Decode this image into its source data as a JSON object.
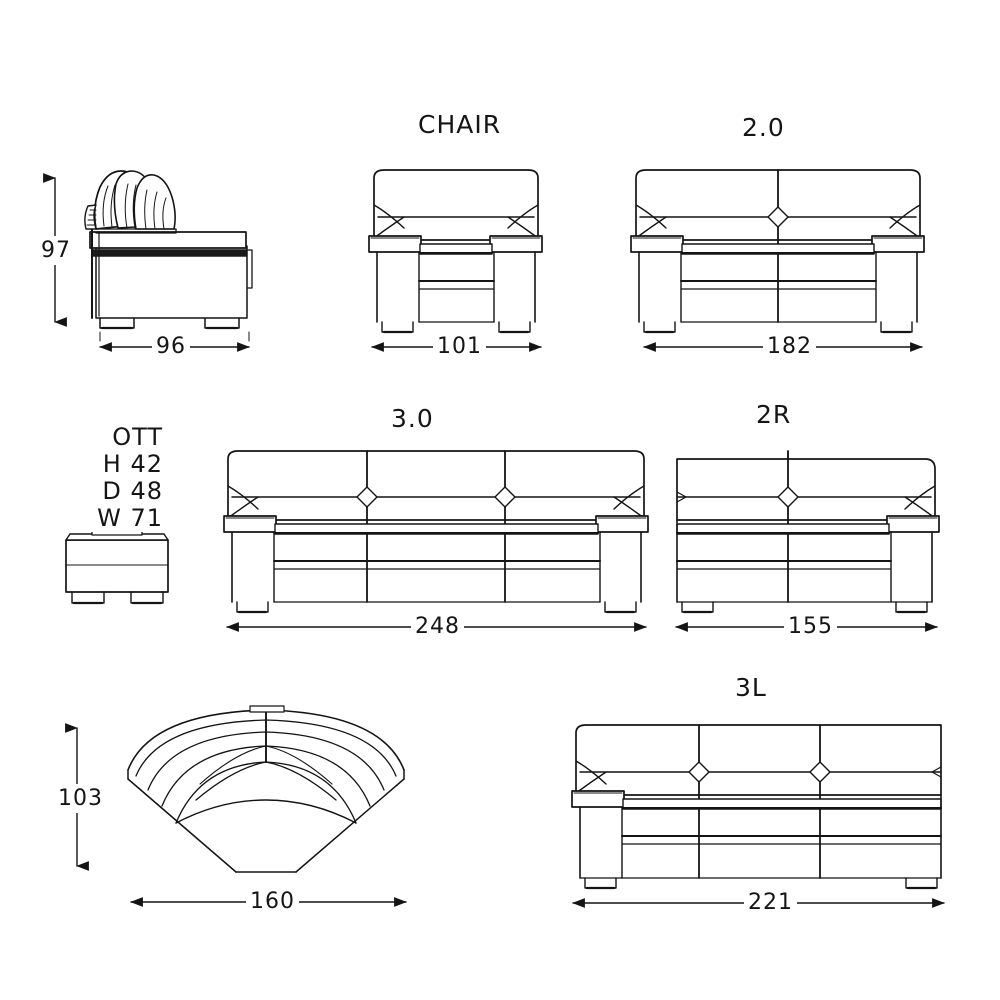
{
  "sheet": {
    "background": "#ffffff",
    "line_color": "#141414",
    "units_note": ""
  },
  "items": [
    {
      "id": "side-profile",
      "title": "",
      "view": "side-elevation",
      "height_label": "97",
      "width_label": "96"
    },
    {
      "id": "chair",
      "title": "CHAIR",
      "view": "front-elevation",
      "width_label": "101",
      "seats": 1,
      "arms": "both"
    },
    {
      "id": "sofa-2-0",
      "title": "2.0",
      "view": "front-elevation",
      "width_label": "182",
      "seats": 2,
      "arms": "both"
    },
    {
      "id": "ottoman",
      "title": "OTT",
      "view": "front-elevation",
      "specs": [
        {
          "key": "H",
          "value": "42"
        },
        {
          "key": "D",
          "value": "48"
        },
        {
          "key": "W",
          "value": "71"
        }
      ]
    },
    {
      "id": "sofa-3-0",
      "title": "3.0",
      "view": "front-elevation",
      "width_label": "248",
      "seats": 3,
      "arms": "both"
    },
    {
      "id": "sofa-2r",
      "title": "2R",
      "view": "front-elevation",
      "width_label": "155",
      "seats": 2,
      "arms": "right"
    },
    {
      "id": "corner",
      "title": "",
      "view": "corner-wedge",
      "height_label": "103",
      "width_label": "160"
    },
    {
      "id": "sofa-3l",
      "title": "3L",
      "view": "front-elevation",
      "width_label": "221",
      "seats": 3,
      "arms": "left"
    }
  ],
  "labels": {
    "chair_title": "CHAIR",
    "sofa20_title": "2.0",
    "sofa30_title": "3.0",
    "sofa2r_title": "2R",
    "sofa3l_title": "3L",
    "ott_title": "OTT",
    "ott_h": "H 42",
    "ott_d": "D 48",
    "ott_w": "W 71",
    "dim_97": "97",
    "dim_96": "96",
    "dim_101": "101",
    "dim_182": "182",
    "dim_248": "248",
    "dim_155": "155",
    "dim_103": "103",
    "dim_160": "160",
    "dim_221": "221"
  }
}
